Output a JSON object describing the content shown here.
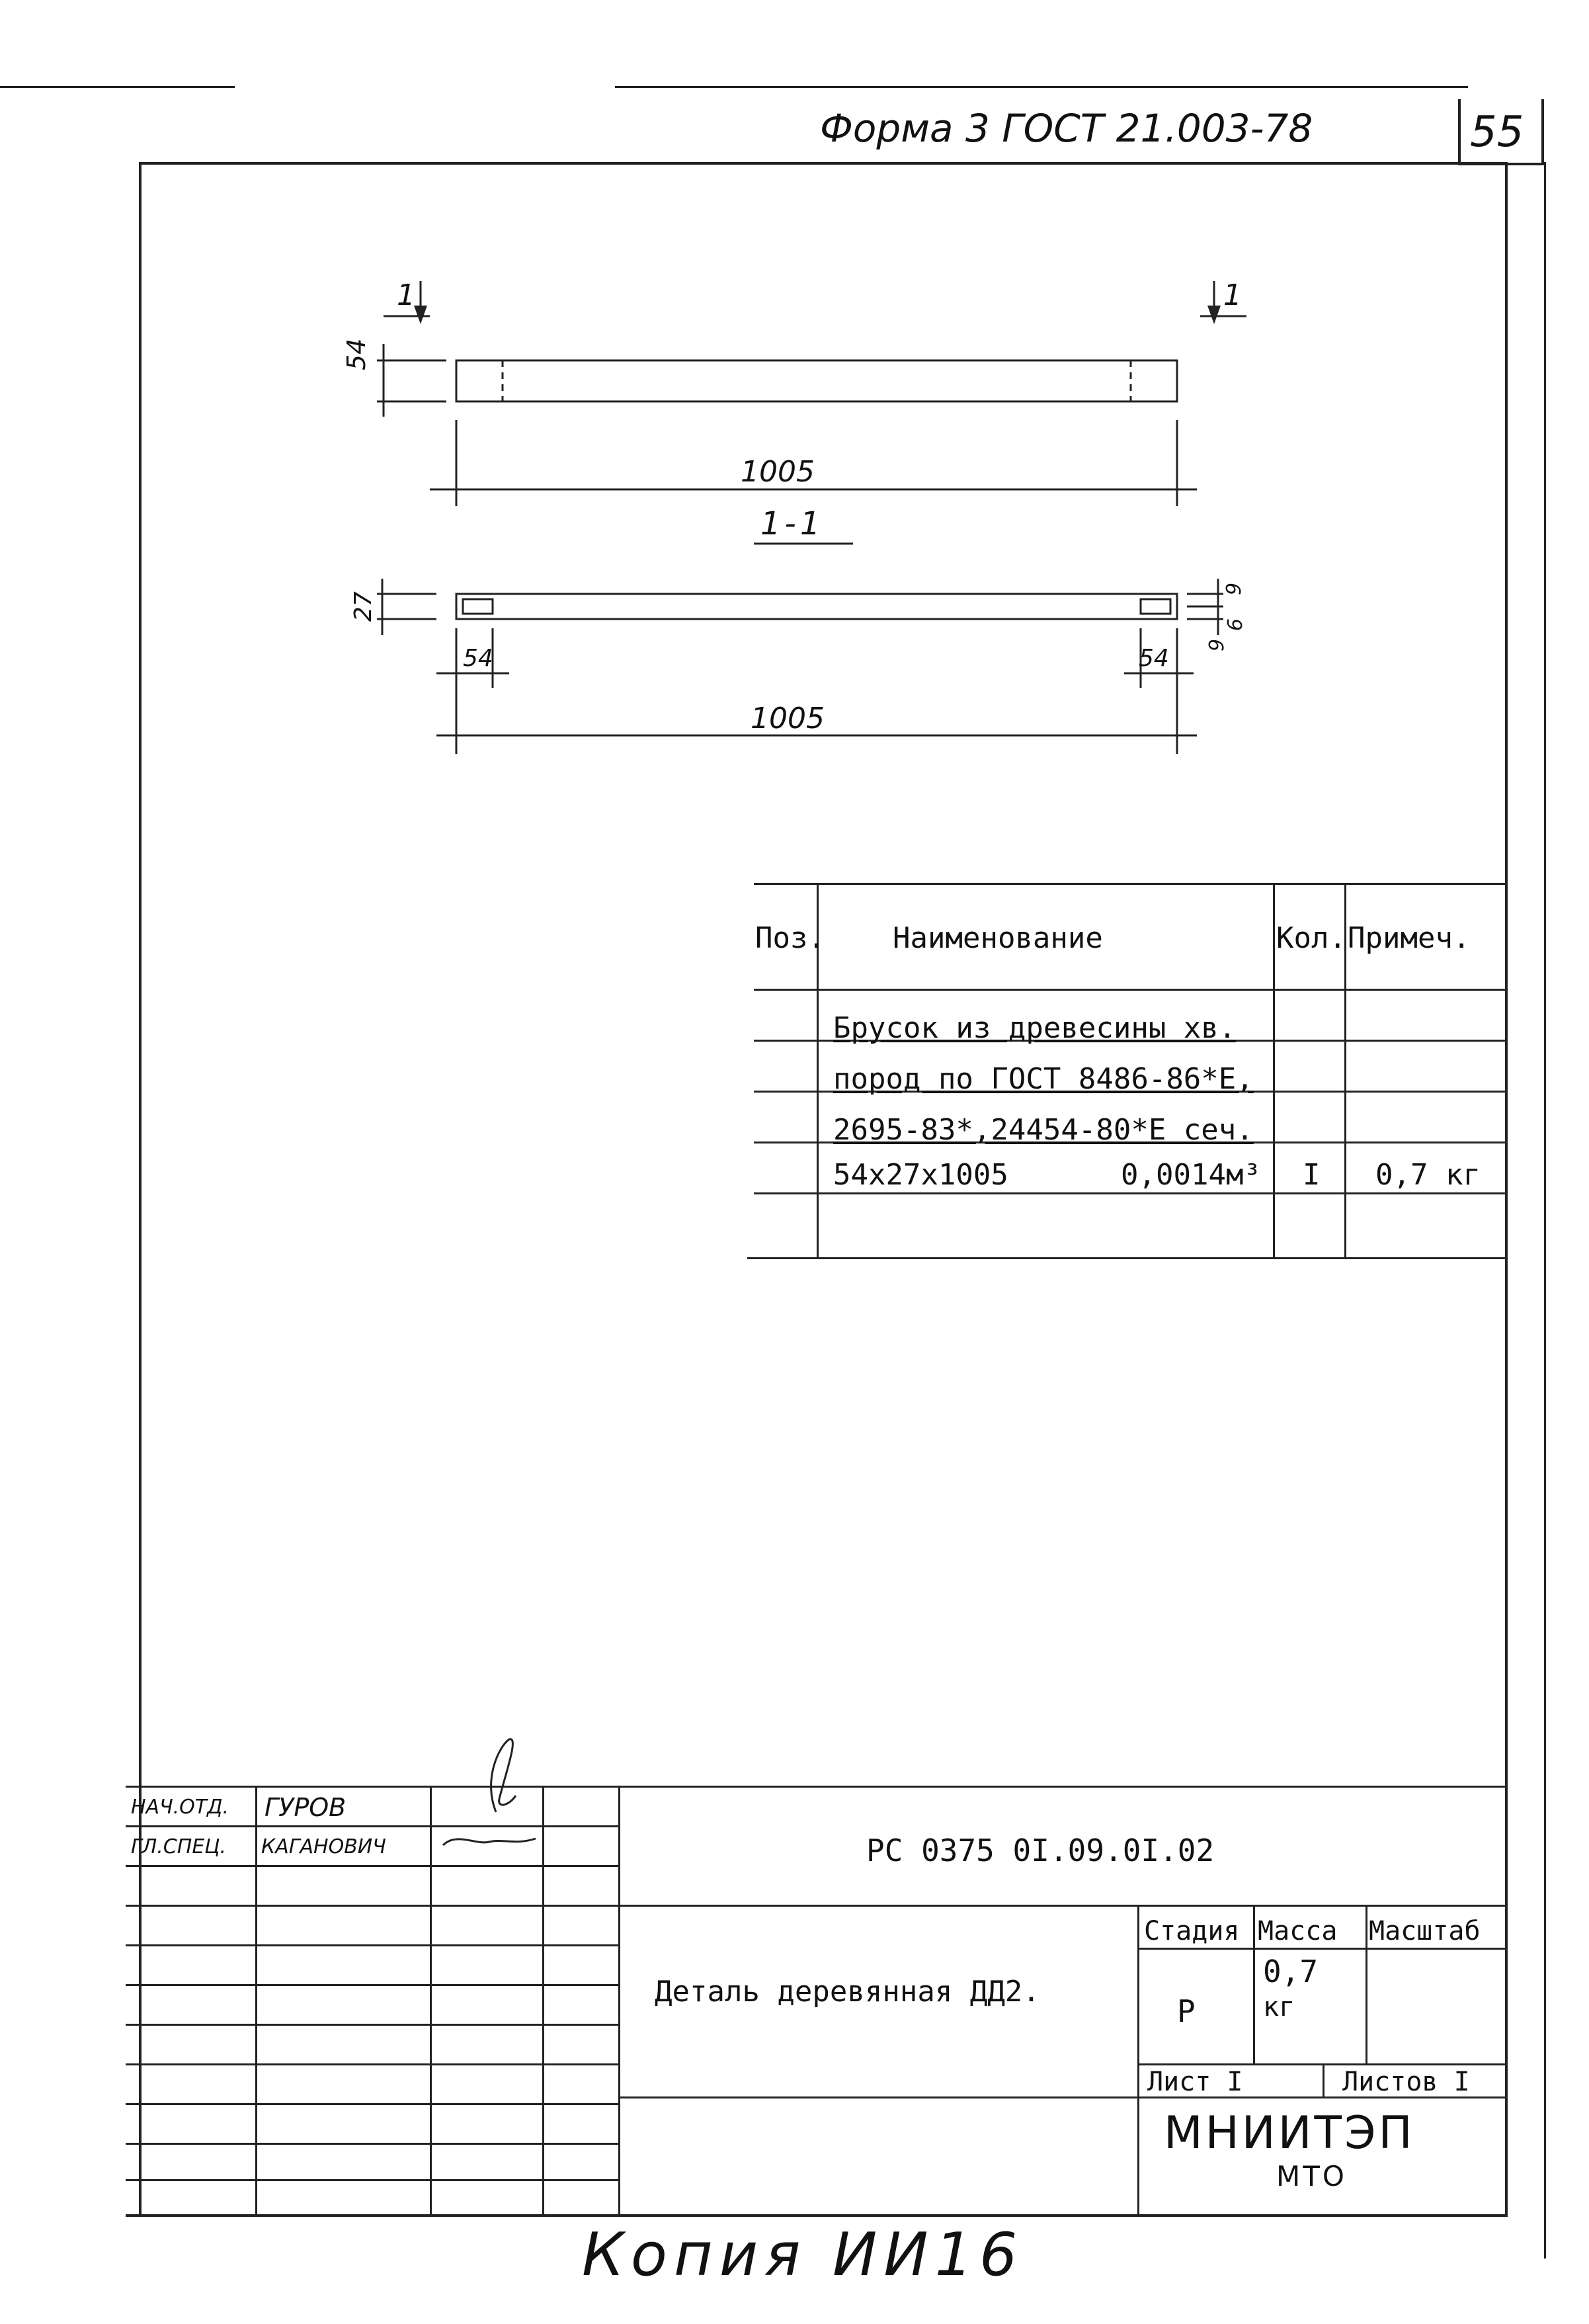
{
  "header": {
    "form_label": "Форма 3  ГОСТ 21.003-78",
    "page_number": "55"
  },
  "drawing": {
    "section_marker_left": "1",
    "section_marker_right": "1",
    "top_view": {
      "height_dim": "54",
      "length_dim": "1005"
    },
    "section_title": "1-1",
    "section_view": {
      "height_dim": "27",
      "left_slot_dim": "54",
      "right_slot_dim": "54",
      "length_dim": "1005",
      "right_dims": [
        "9",
        "9",
        "9"
      ]
    }
  },
  "spec_table": {
    "headers": {
      "pos": "Поз.",
      "name": "Наименование",
      "qty": "Кол.",
      "note": "Примеч."
    },
    "rows": [
      {
        "name": "Брусок из древесины хв.",
        "qty": "",
        "note": ""
      },
      {
        "name": "пород по ГОСТ 8486-86*Е,",
        "qty": "",
        "note": ""
      },
      {
        "name": "2695-83*,24454-80*Е сеч.",
        "qty": "",
        "note": ""
      },
      {
        "name": "54х27х1005",
        "volume": "0,0014м³",
        "qty": "I",
        "note": "0,7 кг"
      }
    ]
  },
  "title_block": {
    "signatures": [
      {
        "role": "НАЧ.ОТД.",
        "name": "ГУРОВ"
      },
      {
        "role": "ГЛ.СПЕЦ.",
        "name": "КАГАНОВИЧ"
      }
    ],
    "doc_code": "РС 0375 0I.09.0I.02",
    "part_name": "Деталь деревянная ДД2.",
    "stage_label": "Стадия",
    "mass_label": "Масса",
    "scale_label": "Масштаб",
    "stage_value": "Р",
    "mass_value": "0,7",
    "mass_unit": "кг",
    "sheet_label": "Лист I",
    "sheets_label": "Листов I",
    "org_name": "МНИИТЭП",
    "org_dept": "МТО"
  },
  "footer": {
    "handwritten_note": "Копия ИИ16"
  }
}
